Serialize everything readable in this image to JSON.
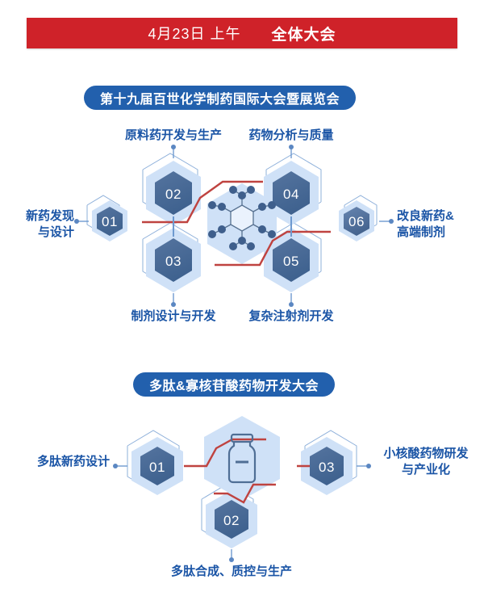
{
  "banner": {
    "date": "4月23日 上午",
    "title": "全体大会",
    "bg_color": "#cf2229",
    "text_color": "#ffffff"
  },
  "theme": {
    "pill_blue": "#2260ad",
    "label_blue": "#1b55a6",
    "hex_dark": "#4a6e9e",
    "hex_light": "#cfe1f7",
    "hex_outline": "#7ba3d4",
    "accent_red": "#bf4340"
  },
  "sections": [
    {
      "id": "chemical-pharma-congress",
      "pill_label": "第十九届百世化学制药国际大会暨展览会",
      "center_icon": "molecule-icon",
      "nodes": [
        {
          "number": "01",
          "label": "新药发现\n与设计",
          "label_lines": [
            "新药发现",
            "与设计"
          ],
          "position": "left"
        },
        {
          "number": "02",
          "label": "原料药开发与生产",
          "label_lines": [
            "原料药开发与生产"
          ],
          "position": "top-left"
        },
        {
          "number": "03",
          "label": "制剂设计与开发",
          "label_lines": [
            "制剂设计与开发"
          ],
          "position": "bottom-left"
        },
        {
          "number": "04",
          "label": "药物分析与质量",
          "label_lines": [
            "药物分析与质量"
          ],
          "position": "top-right"
        },
        {
          "number": "05",
          "label": "复杂注射剂开发",
          "label_lines": [
            "复杂注射剂开发"
          ],
          "position": "bottom-right"
        },
        {
          "number": "06",
          "label": "改良新药&\n高端制剂",
          "label_lines": [
            "改良新药&",
            "高端制剂"
          ],
          "position": "right"
        }
      ]
    },
    {
      "id": "peptide-oligo-congress",
      "pill_label": "多肽&寡核苷酸药物开发大会",
      "center_icon": "vial-icon",
      "nodes": [
        {
          "number": "01",
          "label": "多肽新药设计",
          "label_lines": [
            "多肽新药设计"
          ],
          "position": "left"
        },
        {
          "number": "02",
          "label": "多肽合成、质控与生产",
          "label_lines": [
            "多肽合成、质控与生产"
          ],
          "position": "bottom"
        },
        {
          "number": "03",
          "label": "小核酸药物研发\n与产业化",
          "label_lines": [
            "小核酸药物研发",
            "与产业化"
          ],
          "position": "right"
        }
      ]
    }
  ]
}
